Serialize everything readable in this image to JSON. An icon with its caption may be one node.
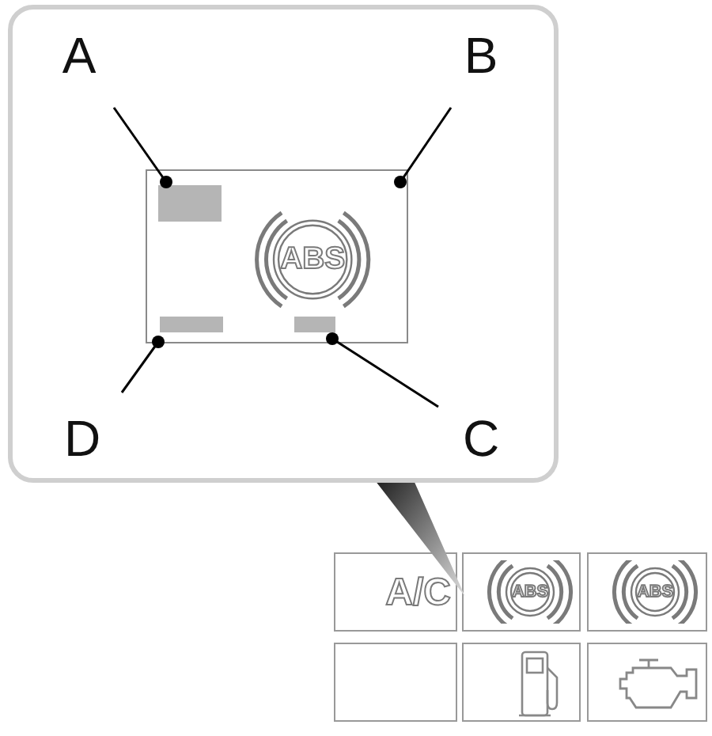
{
  "diagram": {
    "nodes": [
      {
        "text": [],
        "shape": "box"
      },
      {
        "text": [
          "ABS"
        ],
        "in": 0
      },
      {
        "text": [
          "A"
        ],
        "in": 0
      },
      {
        "text": [
          "B"
        ],
        "in": 0
      },
      {
        "text": [
          "D"
        ],
        "in": 0
      },
      {
        "text": [
          "C"
        ],
        "in": 0
      },
      {
        "text": [
          "A/C"
        ]
      },
      {
        "text": [
          "ABS"
        ]
      },
      {
        "text": [
          "ABS"
        ]
      },
      {
        "text": [],
        "shape": "box"
      },
      {
        "text": [],
        "shape": "picture"
      },
      {
        "text": [],
        "shape": "picture"
      }
    ],
    "edges": [
      {
        "from": 2,
        "to": 1,
        "arrow": "other"
      },
      {
        "from": 3,
        "to": 1,
        "arrow": "other"
      },
      {
        "from": 4,
        "to": 1,
        "arrow": "other"
      },
      {
        "from": 5,
        "to": 1,
        "arrow": "other"
      },
      {
        "from": 0,
        "to": 7,
        "arrow": "none",
        "style": "thick"
      }
    ]
  }
}
